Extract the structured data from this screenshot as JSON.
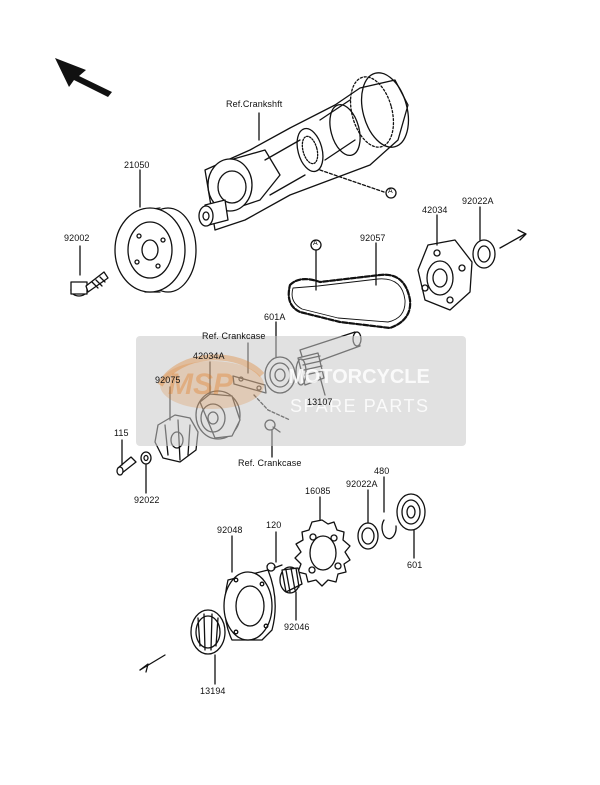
{
  "labels": {
    "ref_crankshft": "Ref.Crankshft",
    "p21050": "21050",
    "p92002": "92002",
    "circle_a_top": "A",
    "circle_a_chain": "A",
    "p92057": "92057",
    "p42034": "42034",
    "p92022a_top": "92022A",
    "p601a": "601A",
    "ref_crankcase_top": "Ref. Crankcase",
    "p42034a": "42034A",
    "p92075": "92075",
    "p13107": "13107",
    "p115": "115",
    "p92022": "92022",
    "ref_crankcase_bottom": "Ref. Crankcase",
    "p480": "480",
    "p16085": "16085",
    "p92022a_bottom": "92022A",
    "p92048": "92048",
    "p120": "120",
    "p601": "601",
    "p92046": "92046",
    "p13194": "13194"
  },
  "watermark": {
    "logo_letters": "MSP",
    "line1": "MOTORCYCLE",
    "line2": "SPARE PARTS"
  },
  "colors": {
    "ink": "#111111",
    "watermark_panel": "#c8c8c8",
    "watermark_orange": "#e07a1f",
    "watermark_text": "#ffffff"
  }
}
